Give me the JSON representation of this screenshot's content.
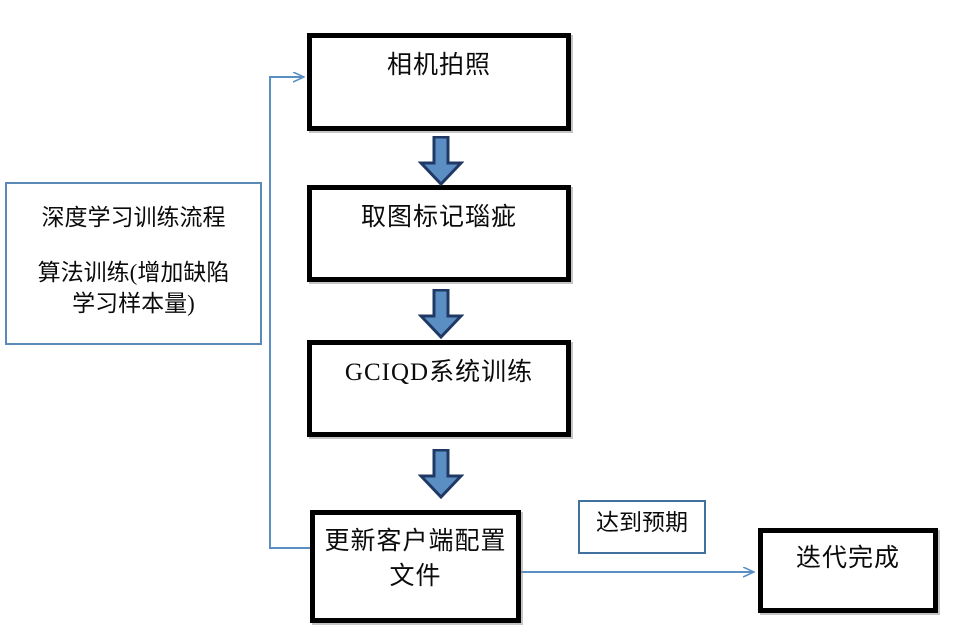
{
  "diagram": {
    "title": "深度学习训练流程",
    "type": "flowchart",
    "colors": {
      "box_border": "#000000",
      "accent_blue": "#5B8FC4",
      "arrow_outline": "#1F3864",
      "thin_border": "#41719C",
      "connector": "#5B8FC4",
      "background": "#FFFFFF",
      "text": "#0B0B0B"
    }
  },
  "info_box": {
    "line_1": "深度学习训练流程",
    "line_2": "算法训练(增加缺陷\n学习样本量)"
  },
  "nodes": [
    {
      "id": "capture",
      "label": "相机拍照"
    },
    {
      "id": "annotate",
      "label": "取图标记瑙疵"
    },
    {
      "id": "train",
      "label": "GCIQD系统训练"
    },
    {
      "id": "update",
      "label": "更新客户端配置\n文件"
    },
    {
      "id": "expected",
      "label": "达到预期"
    },
    {
      "id": "done",
      "label": "迭代完成"
    }
  ],
  "arrows": [
    {
      "id": "a1",
      "from": "capture",
      "to": "annotate",
      "kind": "block-arrow-down"
    },
    {
      "id": "a2",
      "from": "annotate",
      "to": "train",
      "kind": "block-arrow-down"
    },
    {
      "id": "a3",
      "from": "train",
      "to": "update",
      "kind": "block-arrow-down"
    },
    {
      "id": "a4",
      "from": "update",
      "to": "capture",
      "kind": "feedback-line"
    },
    {
      "id": "a5",
      "from": "update",
      "to": "done",
      "kind": "line-arrow-right"
    }
  ]
}
